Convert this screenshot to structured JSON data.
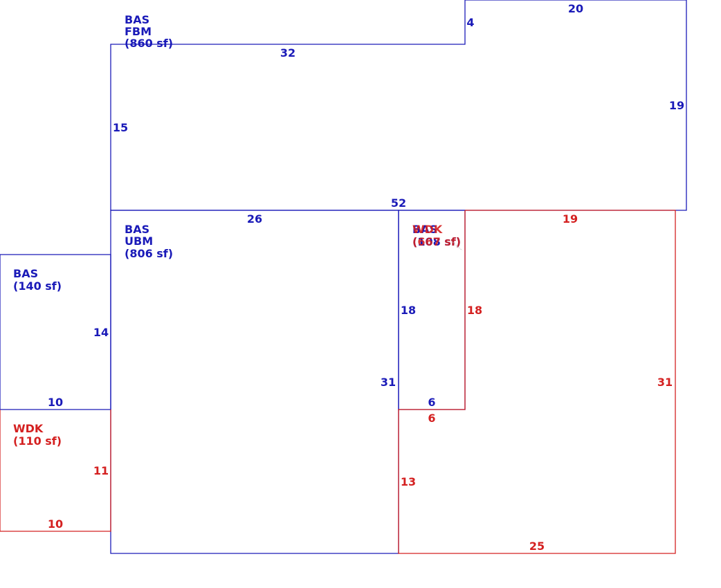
{
  "colors": {
    "blue": "#1a1ab8",
    "red": "#d42020",
    "background": "#ffffff"
  },
  "areas": {
    "bas_fbm": {
      "line1": "BAS",
      "line2": "FBM",
      "line3": "(860 sf)"
    },
    "bas_ubm": {
      "line1": "BAS",
      "line2": "UBM",
      "line3": "(806 sf)"
    },
    "bas_small": {
      "line1": "BAS",
      "line2": "(140 sf)"
    },
    "wdk_small": {
      "line1": "WDK",
      "line2": "(110 sf)"
    },
    "bas_narrow": {
      "line1": "BAS",
      "line2": "(108 sf)"
    },
    "wdk_large": {
      "line1": "WDK",
      "line2": "(667 sf)"
    }
  },
  "dimensions": {
    "fbm_top_right": "20",
    "fbm_step": "4",
    "fbm_top_left": "32",
    "fbm_right": "19",
    "fbm_left": "15",
    "fbm_bottom": "52",
    "ubm_top": "26",
    "ubm_right": "31",
    "small_right": "14",
    "small_bottom": "10",
    "narrow_left": "18",
    "narrow_bottom": "6",
    "wdk_large_top": "19",
    "wdk_large_left_upper": "18",
    "wdk_large_right": "31",
    "wdk_large_notch": "6",
    "wdk_large_left_lower": "13",
    "wdk_large_bottom": "25",
    "wdk_small_right": "11",
    "wdk_small_bottom": "10"
  }
}
